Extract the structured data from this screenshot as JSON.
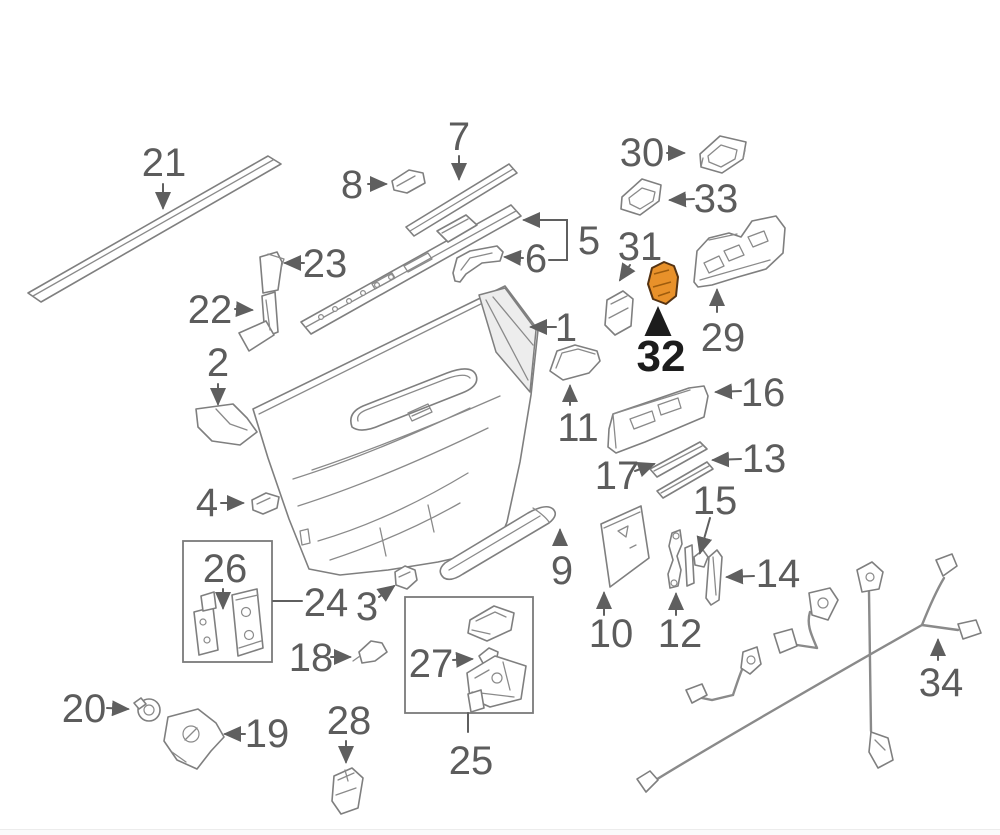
{
  "diagram": {
    "highlight": {
      "part_number": "32",
      "fill": "#e8912a",
      "label_color": "#1c1c1c"
    },
    "colors": {
      "background": "#ffffff",
      "line_work": "#7f7f7f",
      "callout_text": "#5c5c5c"
    },
    "callouts": [
      {
        "number": "1"
      },
      {
        "number": "2"
      },
      {
        "number": "3"
      },
      {
        "number": "4"
      },
      {
        "number": "5"
      },
      {
        "number": "6"
      },
      {
        "number": "7"
      },
      {
        "number": "8"
      },
      {
        "number": "9"
      },
      {
        "number": "10"
      },
      {
        "number": "11"
      },
      {
        "number": "12"
      },
      {
        "number": "13"
      },
      {
        "number": "14"
      },
      {
        "number": "15"
      },
      {
        "number": "16"
      },
      {
        "number": "17"
      },
      {
        "number": "18"
      },
      {
        "number": "19"
      },
      {
        "number": "20"
      },
      {
        "number": "21"
      },
      {
        "number": "22"
      },
      {
        "number": "23"
      },
      {
        "number": "24"
      },
      {
        "number": "25"
      },
      {
        "number": "26"
      },
      {
        "number": "27"
      },
      {
        "number": "28"
      },
      {
        "number": "29"
      },
      {
        "number": "30"
      },
      {
        "number": "31"
      },
      {
        "number": "32"
      },
      {
        "number": "33"
      },
      {
        "number": "34"
      }
    ]
  }
}
